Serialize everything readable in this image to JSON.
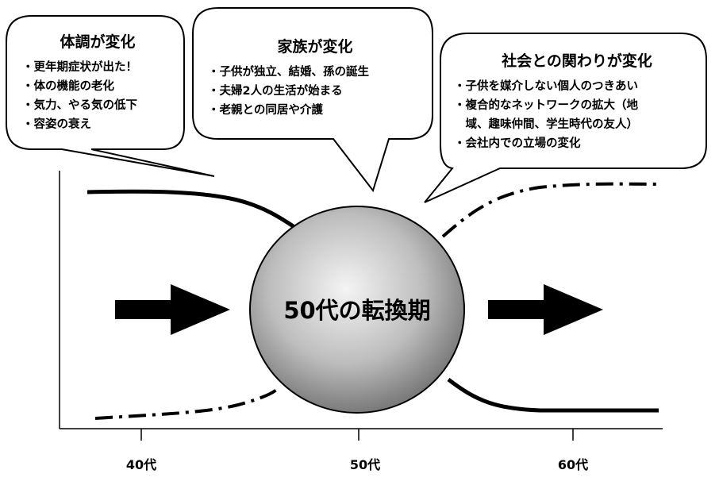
{
  "bubbles": [
    {
      "title": "体調が変化",
      "items": [
        "・更年期症状が出た！",
        "・体の機能の老化",
        "・気力、やる気の低下",
        "・容姿の衰え"
      ]
    },
    {
      "title": "家族が変化",
      "items": [
        "・子供が独立、結婚、孫の誕生",
        "・夫婦2人の生活が始まる",
        "・老親との同居や介護"
      ]
    },
    {
      "title": "社会との関わりが変化",
      "items": [
        "・子供を媒介しない個人のつきあい",
        "・複合的なネットワークの拡大（地",
        "　域、趣味仲間、学生時代の友人）",
        "・会社内での立場の変化"
      ]
    }
  ],
  "center": {
    "label": "50代の転換期"
  },
  "axis": {
    "ticks": [
      "40代",
      "50代",
      "60代"
    ]
  }
}
